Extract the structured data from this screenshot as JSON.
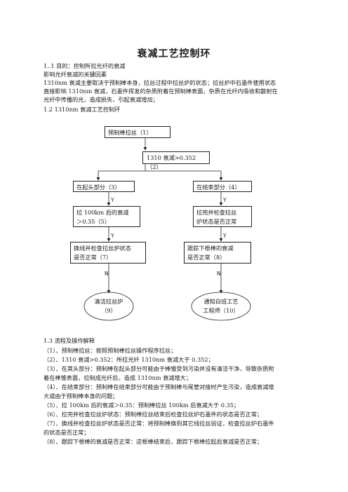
{
  "title": "衰减工艺控制环",
  "intro": {
    "purpose": "1..1 目的：控制所拉光纤的衰减",
    "factors": "影响光纤衰减的关键因素",
    "desc_line1": "1310nm 衰减主要取决于预制棒本身，拉丝过程中拉丝炉的状态；拉丝炉中石墨件使用状态",
    "desc_line2": "直接影响 1310nm 衰减，石墨件挥发的杂质附着在预制棒表面，杂质在光纤内吸收和散射在",
    "desc_line3": "光纤中传播的光，造成损失，引起衰减增加；",
    "loop_heading": "1.2 1310nm 衰减工艺控制环"
  },
  "flowchart": {
    "node1": "预制棒拉丝（1）",
    "node2": "1310 衰减>0.352（2）",
    "node3": "在起头部分（3）",
    "node4": "在结束部分（4）",
    "node5_l1": "拉  100km  后的衰减",
    "node5_l2": "＞0.35（5）",
    "node6_l1": "拉完并检查拉丝",
    "node6_l2": "炉状态是否正常",
    "node7_l1": "换线并检查拉丝炉状态",
    "node7_l2": "是否正常（7）",
    "node8_l1": "跟踪下根棒的衰减",
    "node8_l2": "是否正常（8）",
    "node9_l1": "清洁拉丝炉",
    "node9_l2": "（9）",
    "node10_l1": "通知白班工艺",
    "node10_l2": "工程师（10）",
    "yes": "Y",
    "no": "N"
  },
  "explain": {
    "heading": "1.3  流程及操作解释",
    "s1": "（1）、预制棒拉丝：按照预制棒拉丝操作程序拉丝；",
    "s2": "（2）、1310 衰减>0.352：所拉光纤 1310nm 衰减大于 0.352；",
    "s3_l1": "（3）、在其头部分：预制棒在起头部分可能由于棒锥受到污染并没有清洁干净，导致杂质附",
    "s3_l2": "着在棒锥表面，拉制成光纤后，造成 1310nm 衰减增大；",
    "s4_l1": "（4）、在结束部分：预制棒在结束部分可能由于预制棒与尾管对接时产生污染，造成衰减增",
    "s4_l2": "大或由于预制棒本身的问题；",
    "s5": "（5）、拉 100km 后的衰减＞0.35：预制棒拉丝 100km 后衰减大于 0.35；",
    "s6": "（6）、拉完并检查拉丝炉状态：预制棒拉丝结束后检查拉丝炉石墨件的状态是否正常；",
    "s7_l1": "（7）、换线并检查拉丝炉状态是否正常：将预制棒换到其它线拉丝验证，检查拉丝炉石墨件",
    "s7_l2": "的状态是否正常；",
    "s8": "（8）、跟踪下根棒的衰减是否正常：这根棒结束后，跟踪下根棒拉起后衰减是否正常；"
  }
}
